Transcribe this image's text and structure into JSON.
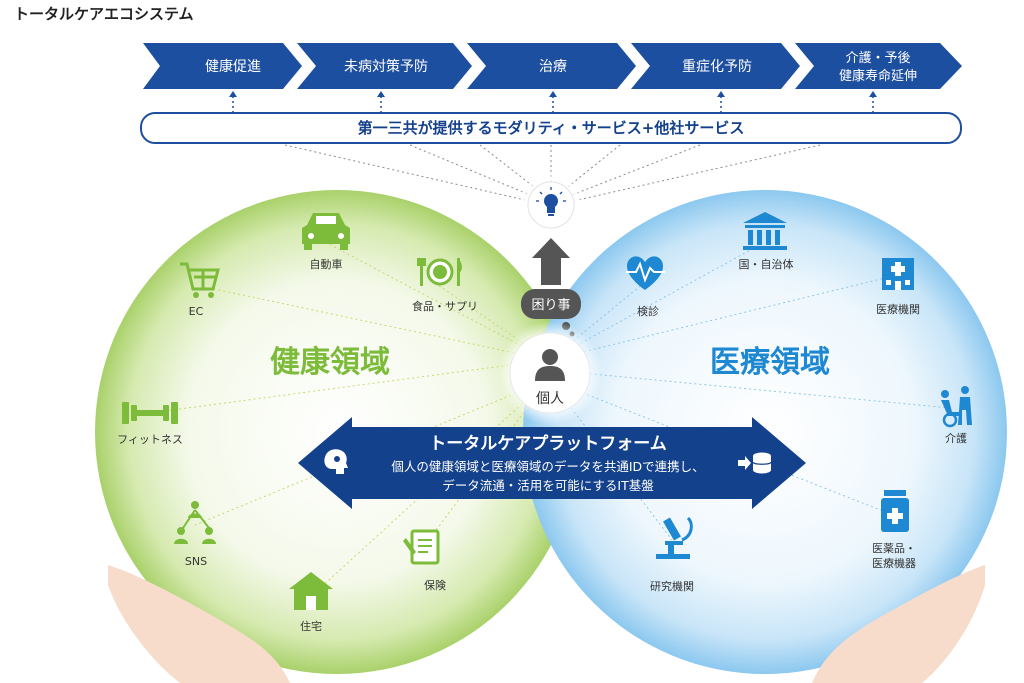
{
  "title": "トータルケアエコシステム",
  "stages": [
    {
      "label": "健康促進"
    },
    {
      "label": "未病対策予防"
    },
    {
      "label": "治療"
    },
    {
      "label": "重症化予防"
    },
    {
      "label_line1": "介護・予後",
      "label_line2": "健康寿命延伸"
    }
  ],
  "service_bar": "第一三共が提供するモダリティ・サービス+他社サービス",
  "problem": "困り事",
  "individual": "個人",
  "health_domain": {
    "title": "健康領域",
    "color": "#7dbb3a",
    "items": [
      {
        "label": "EC",
        "icon": "shopping-cart-icon"
      },
      {
        "label": "自動車",
        "icon": "car-icon"
      },
      {
        "label": "食品・サプリ",
        "icon": "food-icon"
      },
      {
        "label": "フィットネス",
        "icon": "dumbbell-icon"
      },
      {
        "label": "SNS",
        "icon": "network-icon"
      },
      {
        "label": "住宅",
        "icon": "house-icon"
      },
      {
        "label": "保険",
        "icon": "document-pen-icon"
      }
    ]
  },
  "medical_domain": {
    "title": "医療領域",
    "color": "#1e88d2",
    "items": [
      {
        "label": "検診",
        "icon": "heart-pulse-icon"
      },
      {
        "label": "国・自治体",
        "icon": "government-building-icon"
      },
      {
        "label": "医療機関",
        "icon": "hospital-icon"
      },
      {
        "label": "介護",
        "icon": "wheelchair-icon"
      },
      {
        "label_line1": "医薬品・",
        "label_line2": "医療機器",
        "icon": "medicine-bottle-icon"
      },
      {
        "label": "研究機関",
        "icon": "microscope-icon"
      }
    ]
  },
  "platform": {
    "title": "トータルケアプラットフォーム",
    "desc_line1": "個人の健康領域と医療領域のデータを共通IDで連携し、",
    "desc_line2": "データ流通・活用を可能にするIT基盤"
  },
  "colors": {
    "navy": "#14418b",
    "stage_blue": "#1d4fa0",
    "green": "#7dbb3a",
    "blue": "#1e88d2",
    "dark_gray": "#555555"
  }
}
